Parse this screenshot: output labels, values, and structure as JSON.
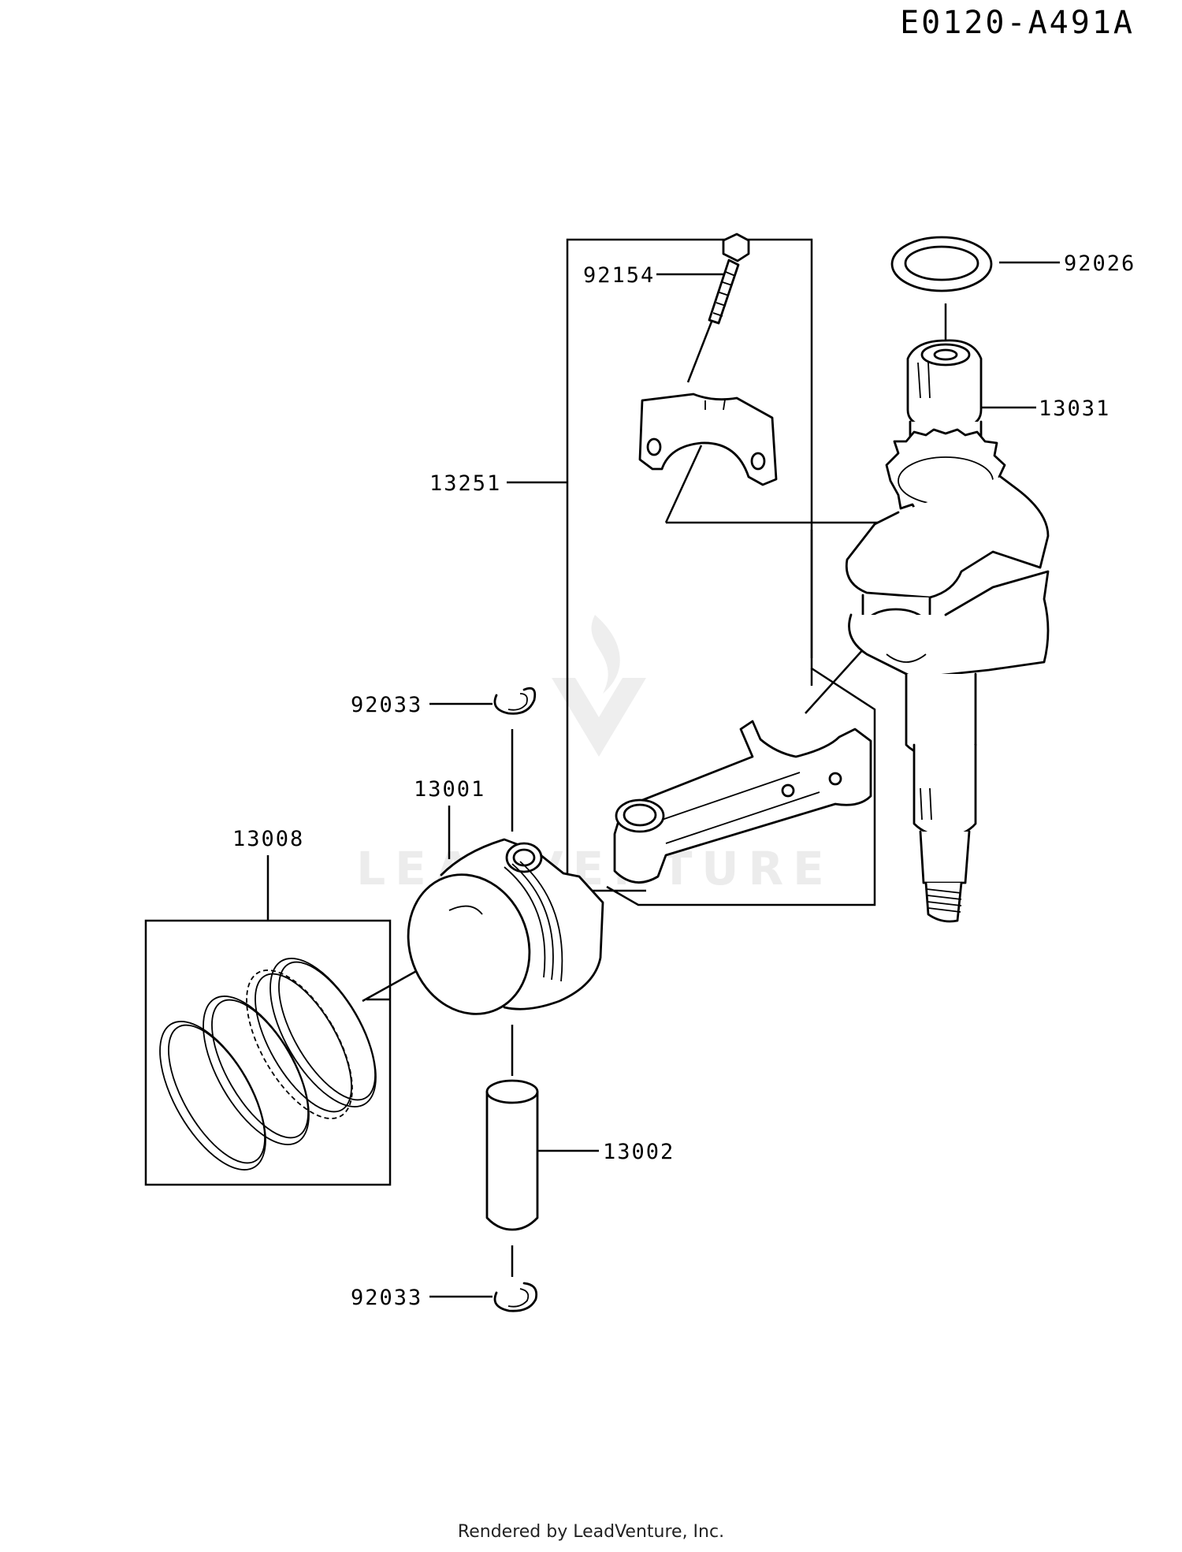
{
  "diagram": {
    "code": "E0120-A491A",
    "footer": "Rendered by LeadVenture, Inc.",
    "watermark": "LEADVENTURE",
    "labels": {
      "p92026": "92026",
      "p92154": "92154",
      "p13031": "13031",
      "p13251": "13251",
      "p92033_top": "92033",
      "p13001": "13001",
      "p13008": "13008",
      "p13002": "13002",
      "p92033_bottom": "92033"
    }
  }
}
